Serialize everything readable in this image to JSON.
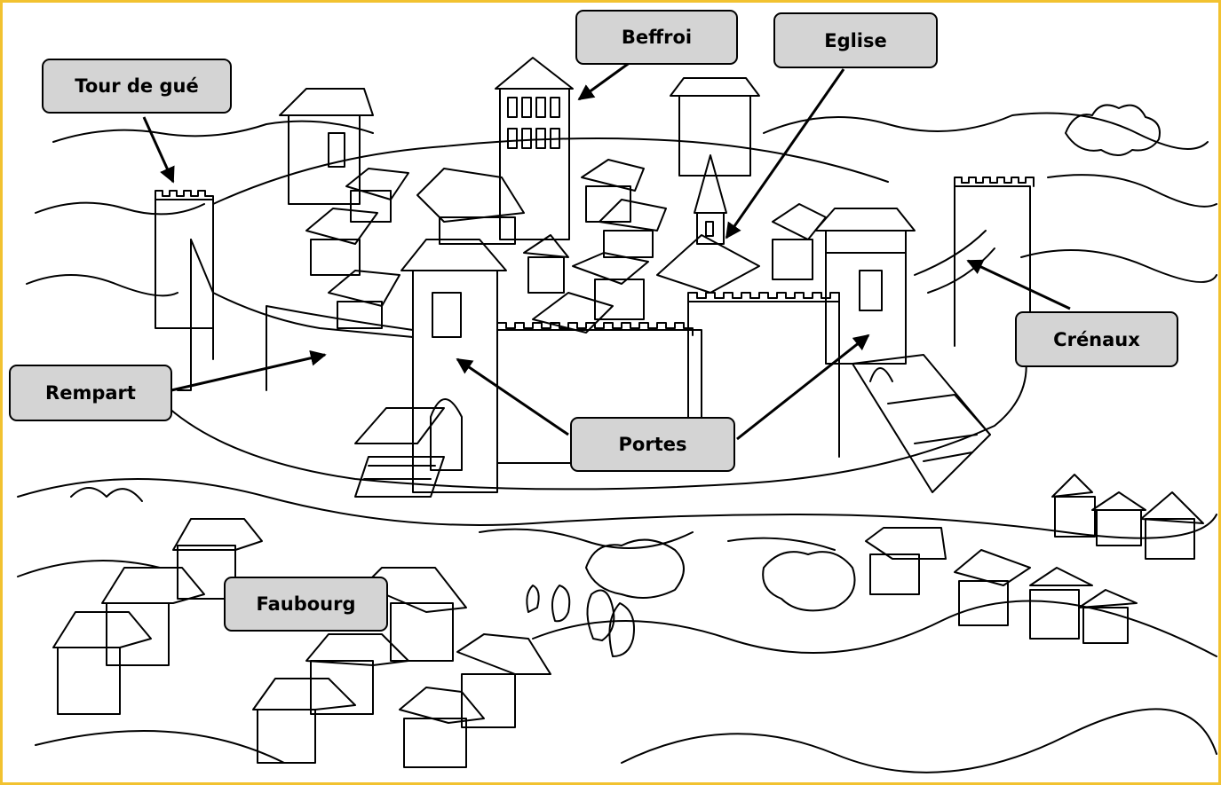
{
  "labels": {
    "beffroi": "Beffroi",
    "eglise": "Eglise",
    "tour_de_gue": "Tour de gué",
    "crenaux": "Crénaux",
    "rempart": "Rempart",
    "portes": "Portes",
    "faubourg": "Faubourg"
  },
  "colors": {
    "frame": "#f2c230",
    "label_fill": "#d4d4d4",
    "ink": "#000000"
  }
}
